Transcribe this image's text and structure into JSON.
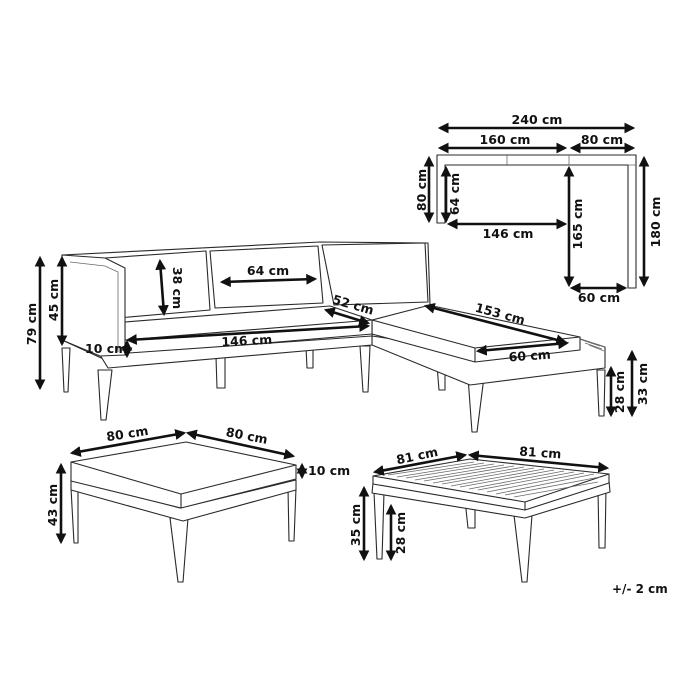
{
  "diagram": {
    "type": "furniture-dimension-drawing",
    "units": "cm",
    "tolerance": "+/- 2 cm",
    "top_view": {
      "overall_width": "240 cm",
      "sofa_width": "160 cm",
      "chaise_width": "80 cm",
      "sofa_depth": "80 cm",
      "seat_depth": "64 cm",
      "seat_width": "146 cm",
      "chaise_seat_length": "165 cm",
      "chaise_length": "180 cm",
      "chaise_seat_width": "60 cm"
    },
    "sofa_view": {
      "total_height": "79 cm",
      "armrest_height": "45 cm",
      "cushion_thickness": "10 cm",
      "back_cushion_height": "38 cm",
      "back_cushion_width": "64 cm",
      "seat_depth": "52 cm",
      "seat_width": "146 cm",
      "chaise_seat_length": "153 cm",
      "chaise_seat_width": "60 cm",
      "chaise_frame_height": "28 cm",
      "chaise_total_height": "33 cm"
    },
    "ottoman_view": {
      "width": "80 cm",
      "depth": "80 cm",
      "height": "43 cm",
      "cushion_thickness": "10 cm"
    },
    "table_view": {
      "width": "81 cm",
      "depth": "81 cm",
      "height": "35 cm",
      "clearance_height": "28 cm"
    }
  }
}
